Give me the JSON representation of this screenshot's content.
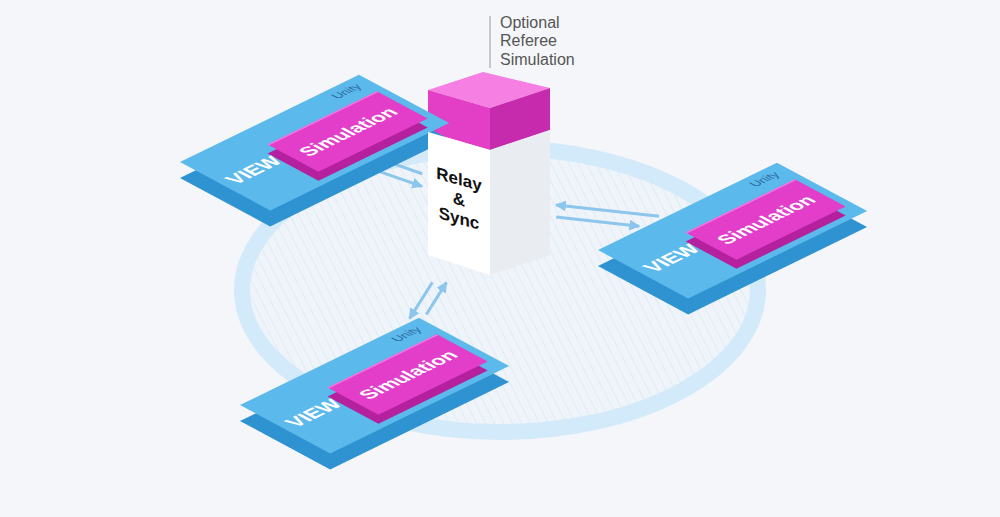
{
  "diagram": {
    "nodes": [
      {
        "text": [
          "VIEW",
          "Unity"
        ]
      },
      {
        "text": [
          "Simulation"
        ],
        "in": 0
      },
      {
        "text": [
          "Relay & Sync"
        ]
      },
      {
        "text": [
          "VIEW",
          "Unity"
        ]
      },
      {
        "text": [
          "Simulation"
        ],
        "in": 3
      },
      {
        "text": [
          "VIEW",
          "Unity"
        ]
      },
      {
        "text": [
          "Simulation"
        ],
        "in": 5
      }
    ],
    "edges": [
      {
        "from": 0,
        "to": 2,
        "arrow": "to"
      },
      {
        "from": 2,
        "to": 0,
        "arrow": "to"
      },
      {
        "from": 2,
        "to": 3,
        "arrow": "to"
      },
      {
        "from": 3,
        "to": 2,
        "arrow": "to"
      },
      {
        "from": 5,
        "to": 2,
        "arrow": "to"
      },
      {
        "from": 2,
        "to": 5,
        "arrow": "to"
      }
    ],
    "labels": [
      "Optional Referee Simulation"
    ]
  }
}
